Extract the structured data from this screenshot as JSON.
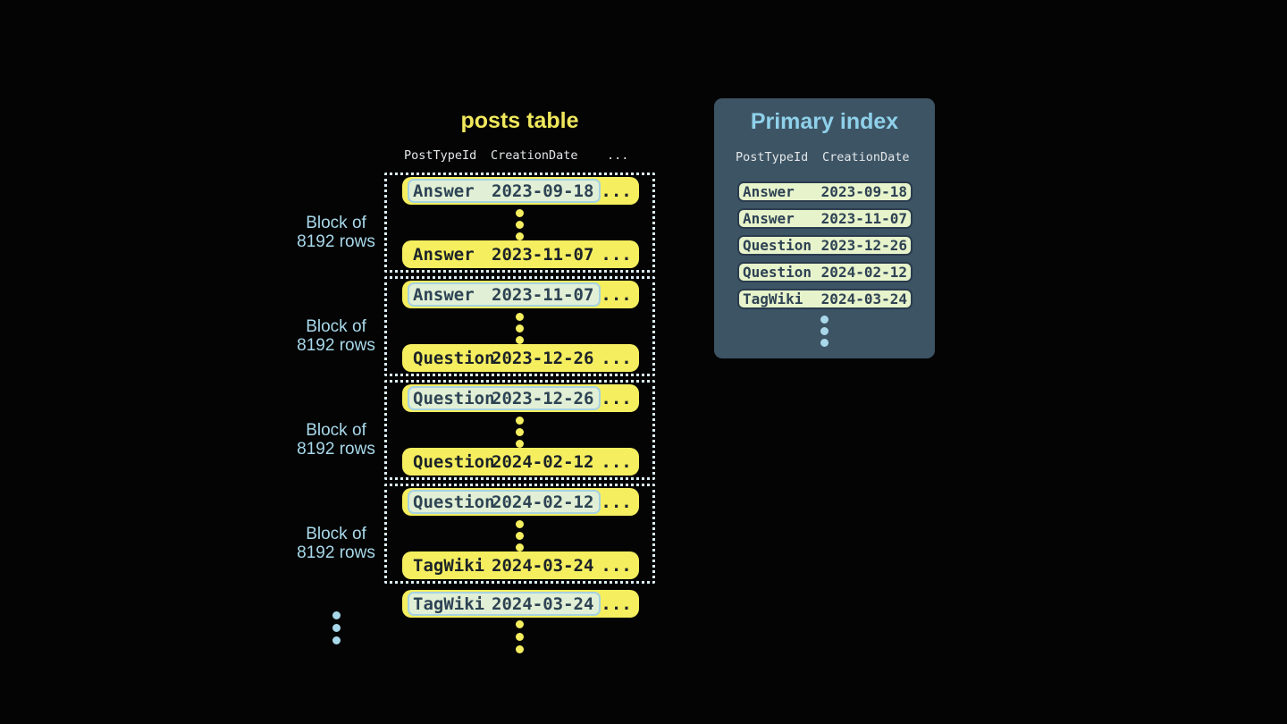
{
  "posts_table": {
    "title": "posts table",
    "headers": {
      "col1": "PostTypeId",
      "col2": "CreationDate",
      "col3": "..."
    },
    "block_label": {
      "line1": "Block of",
      "line2": "8192 rows"
    },
    "row_ellipsis": "...",
    "blocks": [
      {
        "first": {
          "type": "Answer",
          "date": "2023-09-18"
        },
        "last": {
          "type": "Answer",
          "date": "2023-11-07"
        }
      },
      {
        "first": {
          "type": "Answer",
          "date": "2023-11-07"
        },
        "last": {
          "type": "Question",
          "date": "2023-12-26"
        }
      },
      {
        "first": {
          "type": "Question",
          "date": "2023-12-26"
        },
        "last": {
          "type": "Question",
          "date": "2024-02-12"
        }
      },
      {
        "first": {
          "type": "Question",
          "date": "2024-02-12"
        },
        "last": {
          "type": "TagWiki",
          "date": "2024-03-24"
        }
      }
    ],
    "overflow_row": {
      "type": "TagWiki",
      "date": "2024-03-24"
    }
  },
  "primary_index": {
    "title": "Primary index",
    "headers": {
      "col1": "PostTypeId",
      "col2": "CreationDate"
    },
    "rows": [
      {
        "type": "Answer",
        "date": "2023-09-18"
      },
      {
        "type": "Answer",
        "date": "2023-11-07"
      },
      {
        "type": "Question",
        "date": "2023-12-26"
      },
      {
        "type": "Question",
        "date": "2024-02-12"
      },
      {
        "type": "TagWiki",
        "date": "2024-03-24"
      }
    ]
  },
  "colors": {
    "background": "#040404",
    "row-yellow": "#f5ee5f",
    "row-text": "#1b2228",
    "highlight-bg": "#e1efd6",
    "highlight-border": "#a6d3e2",
    "highlight-text": "#2d4354",
    "index-row-bg": "#e7f3cb",
    "index-row-border": "#2a3c4e",
    "index-row-text": "#2e4254",
    "panel-bg": "#3d5464",
    "label-blue": "#a8d8ea",
    "title-yellow": "#f0e85c",
    "title-blue": "#8fd1ea",
    "header-text": "#e3e7e9",
    "dotted-border": "#dceef5"
  }
}
